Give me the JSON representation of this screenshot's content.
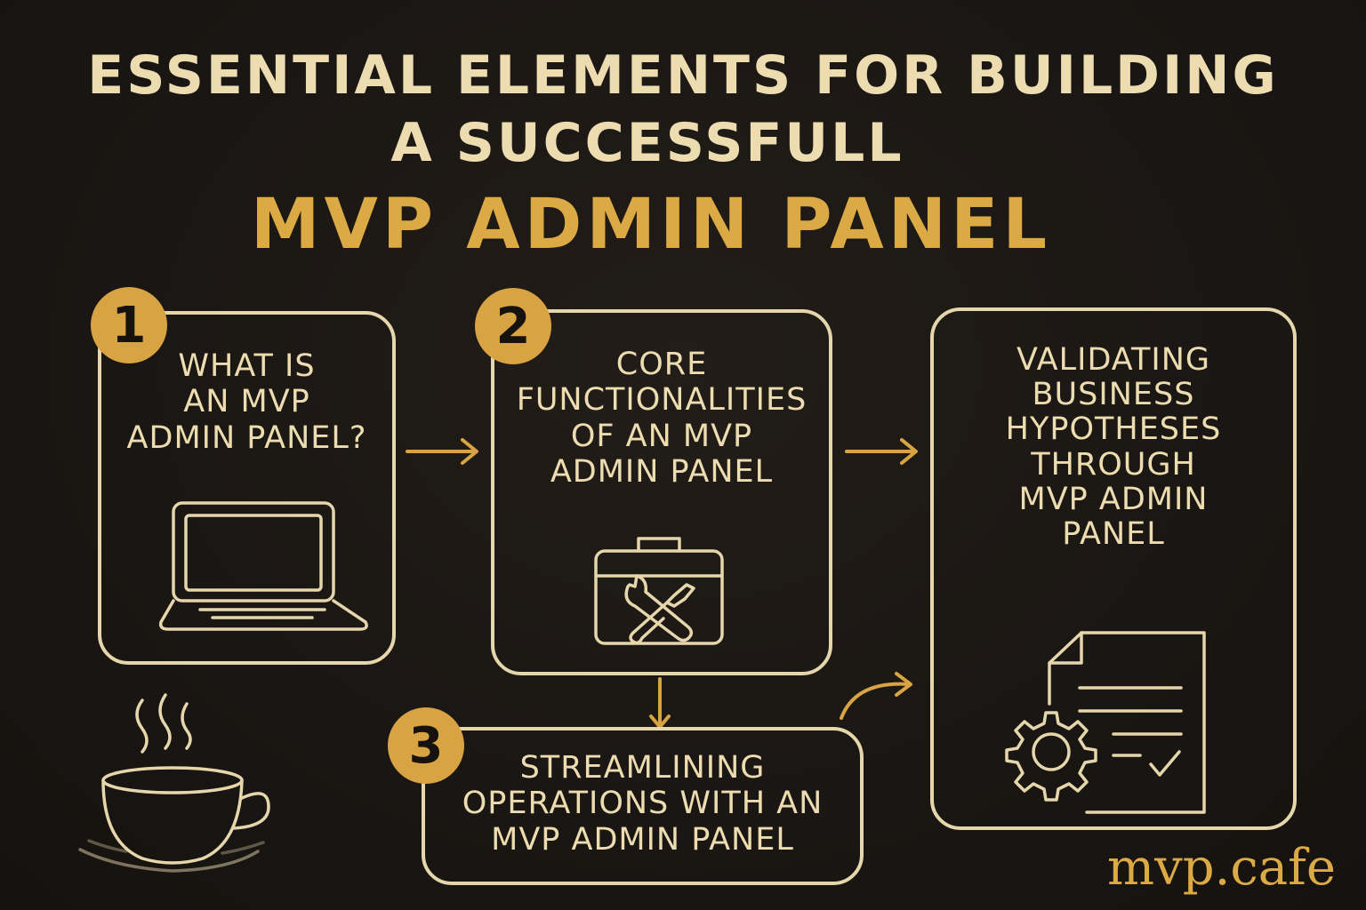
{
  "title": {
    "line1": "Essential Elements for Building",
    "line2": "a Successfull",
    "line3": "MVP Admin Panel"
  },
  "steps": [
    {
      "number": "1",
      "text": "What is\nan MVP\nadmin panel?",
      "icon": "laptop-icon"
    },
    {
      "number": "2",
      "text": "Core\nfunctionalities\nof an MVP\nadmin panel",
      "icon": "toolbox-icon"
    },
    {
      "number": "3",
      "text": "Streamlining\noperations with an\nMVP admin panel",
      "icon": ""
    },
    {
      "number": "",
      "text": "Validating\nbusiness\nhypotheses\nthrough\nMVP admin\npanel",
      "icon": "document-gear-icon"
    }
  ],
  "decoration": {
    "icon": "coffee-cup-icon"
  },
  "brand": "mvp.cafe",
  "colors": {
    "background": "#1a1613",
    "accent": "#d8a443",
    "chalk": "#ecdcb0"
  }
}
